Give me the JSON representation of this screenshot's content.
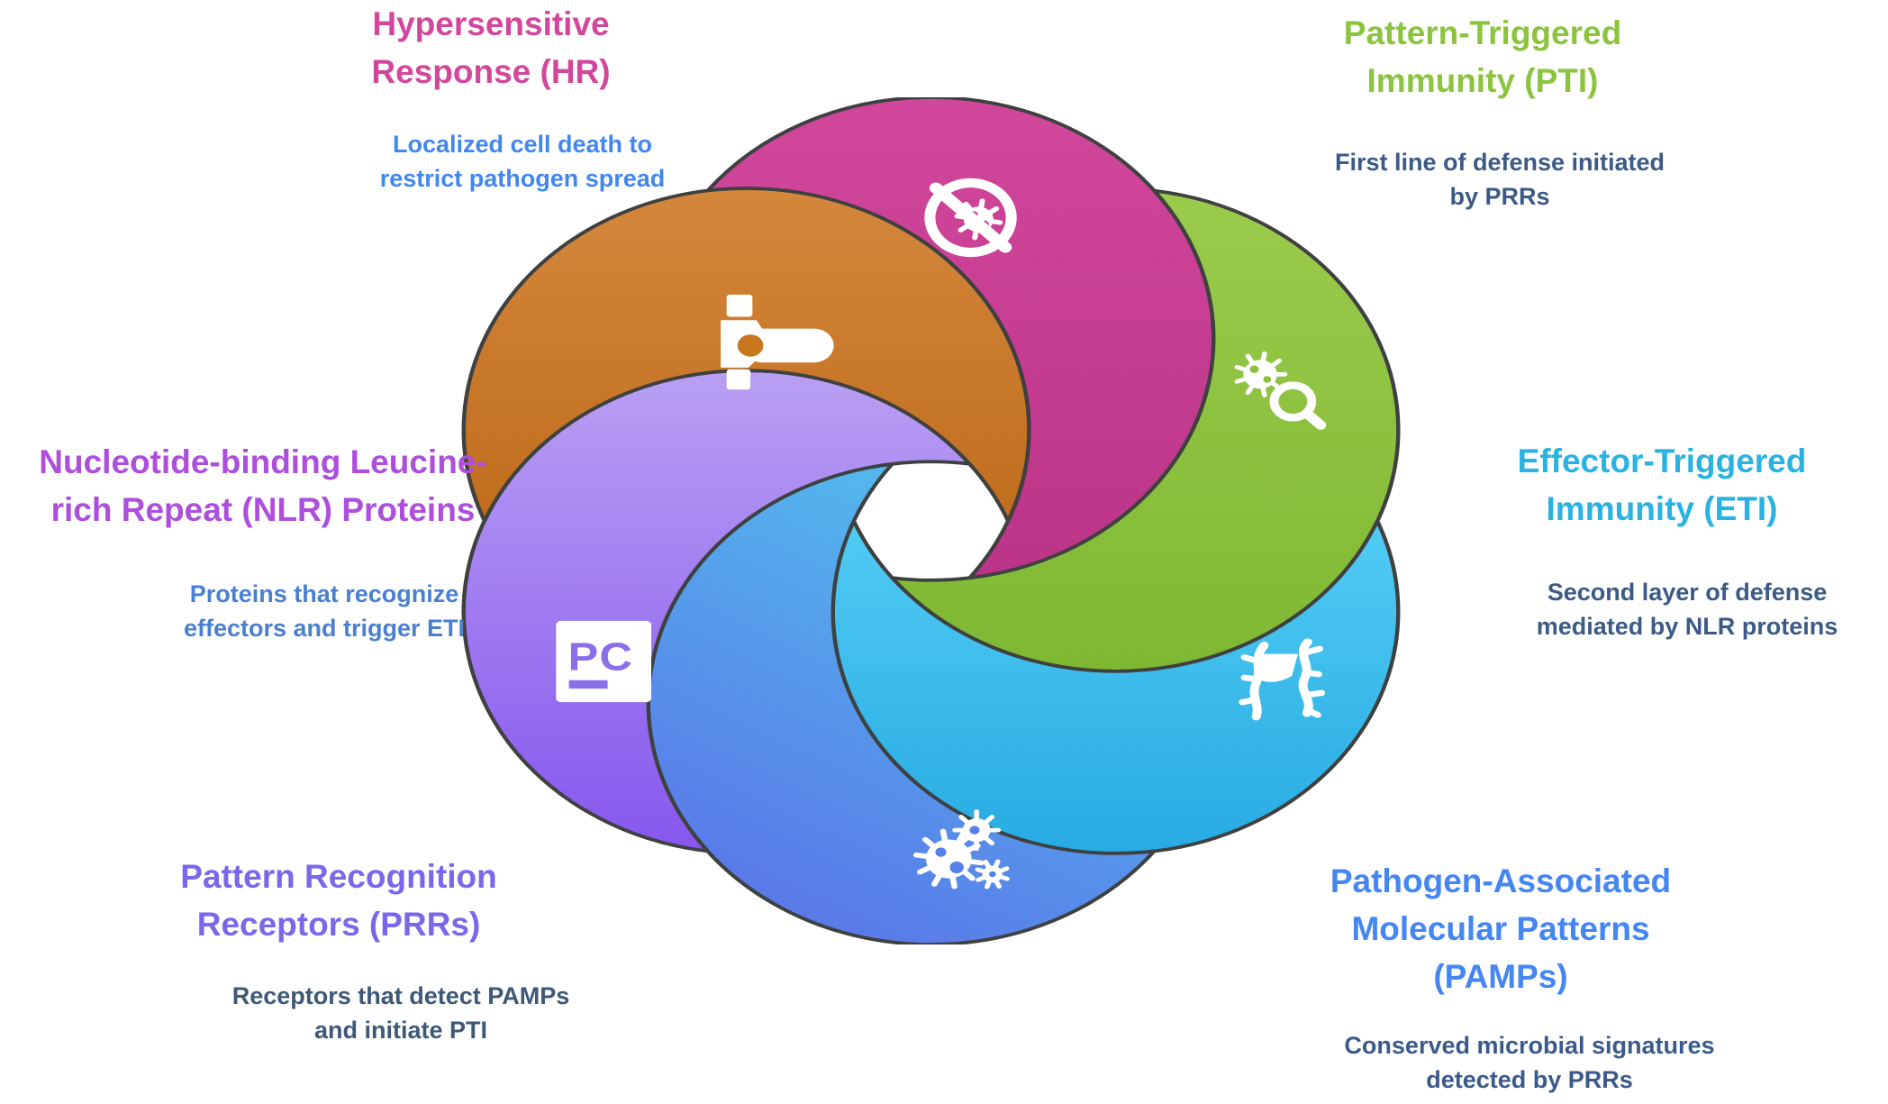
{
  "figure_name": "plant-immunity-cycle-diagram",
  "callouts": {
    "hr": {
      "title_lines": [
        "Hypersensitive",
        "Response (HR)"
      ],
      "desc_lines": [
        "Localized cell death to",
        "restrict pathogen spread"
      ],
      "title_color": "#d2479c",
      "desc_color": "#4287f0"
    },
    "pti": {
      "title_lines": [
        "Pattern-Triggered",
        "Immunity (PTI)"
      ],
      "desc_lines": [
        "First line of defense initiated",
        "by PRRs"
      ],
      "title_color": "#8cc43f",
      "desc_color": "#3b5a86"
    },
    "eti": {
      "title_lines": [
        "Effector-Triggered",
        "Immunity (ETI)"
      ],
      "desc_lines": [
        "Second layer of defense",
        "mediated by NLR proteins"
      ],
      "title_color": "#29b2e2",
      "desc_color": "#3b5a86"
    },
    "nlr": {
      "title_lines": [
        "Nucleotide-binding Leucine-",
        "rich Repeat (NLR) Proteins"
      ],
      "desc_lines": [
        "Proteins that recognize",
        "effectors and trigger ETI"
      ],
      "title_color": "#ad4fdc",
      "desc_color": "#4a80d0"
    },
    "prr": {
      "title_lines": [
        "Pattern Recognition",
        "Receptors (PRRs)"
      ],
      "desc_lines": [
        "Receptors that detect PAMPs",
        "and initiate PTI"
      ],
      "title_color": "#7a68ea",
      "desc_color": "#3e5878"
    },
    "pamp": {
      "title_lines": [
        "Pathogen-Associated",
        "Molecular Patterns",
        "(PAMPs)"
      ],
      "desc_lines": [
        "Conserved microbial signatures",
        "detected by PRRs"
      ],
      "title_color": "#4486f2",
      "desc_color": "#3b5a8c"
    }
  },
  "flower": {
    "outline_color": "#3f4040",
    "icon_color": "#ffffff",
    "petals": [
      {
        "id": "hr",
        "icon": "blocked-pathogen-icon",
        "from": "#d1479c",
        "to": "#bb3488",
        "accent": "#c2408f"
      },
      {
        "id": "pti",
        "icon": "pathogen-search-icon",
        "from": "#9bcb4c",
        "to": "#7eb832",
        "accent": "#8cc13e"
      },
      {
        "id": "eti",
        "icon": "effector-icon",
        "from": "#50cbf3",
        "to": "#28abe3",
        "accent": "#2fb2e6"
      },
      {
        "id": "pamp",
        "icon": "pamp-germs-icon",
        "from": "#52c1ee",
        "to": "#5a74e8",
        "accent": "#567fe9"
      },
      {
        "id": "prr",
        "icon": "receptor-monogram-icon",
        "from": "#b99ff3",
        "to": "#8657ee",
        "accent": "#8a6fe8",
        "monogram": "PC"
      },
      {
        "id": "nlr",
        "icon": "key-icon",
        "from": "#d4873c",
        "to": "#c06d1d",
        "accent": "#c9771f"
      }
    ]
  }
}
